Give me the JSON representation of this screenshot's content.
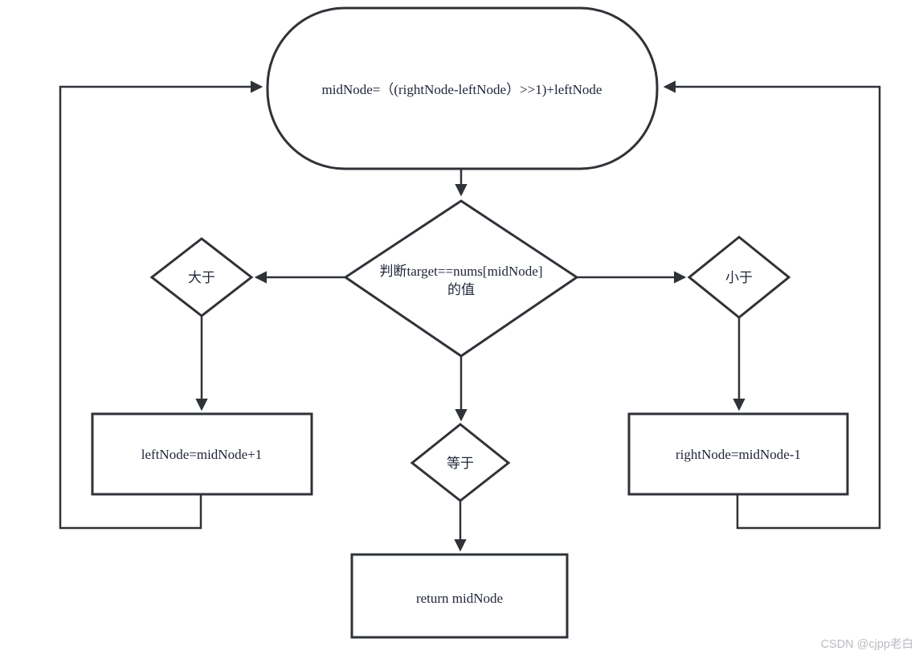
{
  "diagram": {
    "title_implied": "binary search flowchart",
    "colors": {
      "line": "#2f3338",
      "text": "#20273a",
      "watermark": "#b9bcc0",
      "background": "#ffffff"
    },
    "nodes": {
      "compute_mid": {
        "type": "terminator",
        "label": "midNode=（(rightNode-leftNode）>>1)+leftNode"
      },
      "decision": {
        "type": "decision",
        "label_line1": "判断target==nums[midNode]",
        "label_line2": "的值"
      },
      "greater": {
        "type": "decision",
        "label": "大于"
      },
      "less": {
        "type": "decision",
        "label": "小于"
      },
      "equal": {
        "type": "decision",
        "label": "等于"
      },
      "set_left": {
        "type": "process",
        "label": "leftNode=midNode+1"
      },
      "set_right": {
        "type": "process",
        "label": "rightNode=midNode-1"
      },
      "return_mid": {
        "type": "process",
        "label": "return midNode"
      }
    },
    "edges": [
      {
        "from": "compute_mid",
        "to": "decision"
      },
      {
        "from": "decision",
        "to": "greater"
      },
      {
        "from": "decision",
        "to": "less"
      },
      {
        "from": "decision",
        "to": "equal"
      },
      {
        "from": "greater",
        "to": "set_left"
      },
      {
        "from": "less",
        "to": "set_right"
      },
      {
        "from": "equal",
        "to": "return_mid"
      },
      {
        "from": "set_left",
        "to": "compute_mid",
        "style": "loop-left"
      },
      {
        "from": "set_right",
        "to": "compute_mid",
        "style": "loop-right"
      }
    ],
    "watermark": "CSDN @cjpp老白"
  }
}
